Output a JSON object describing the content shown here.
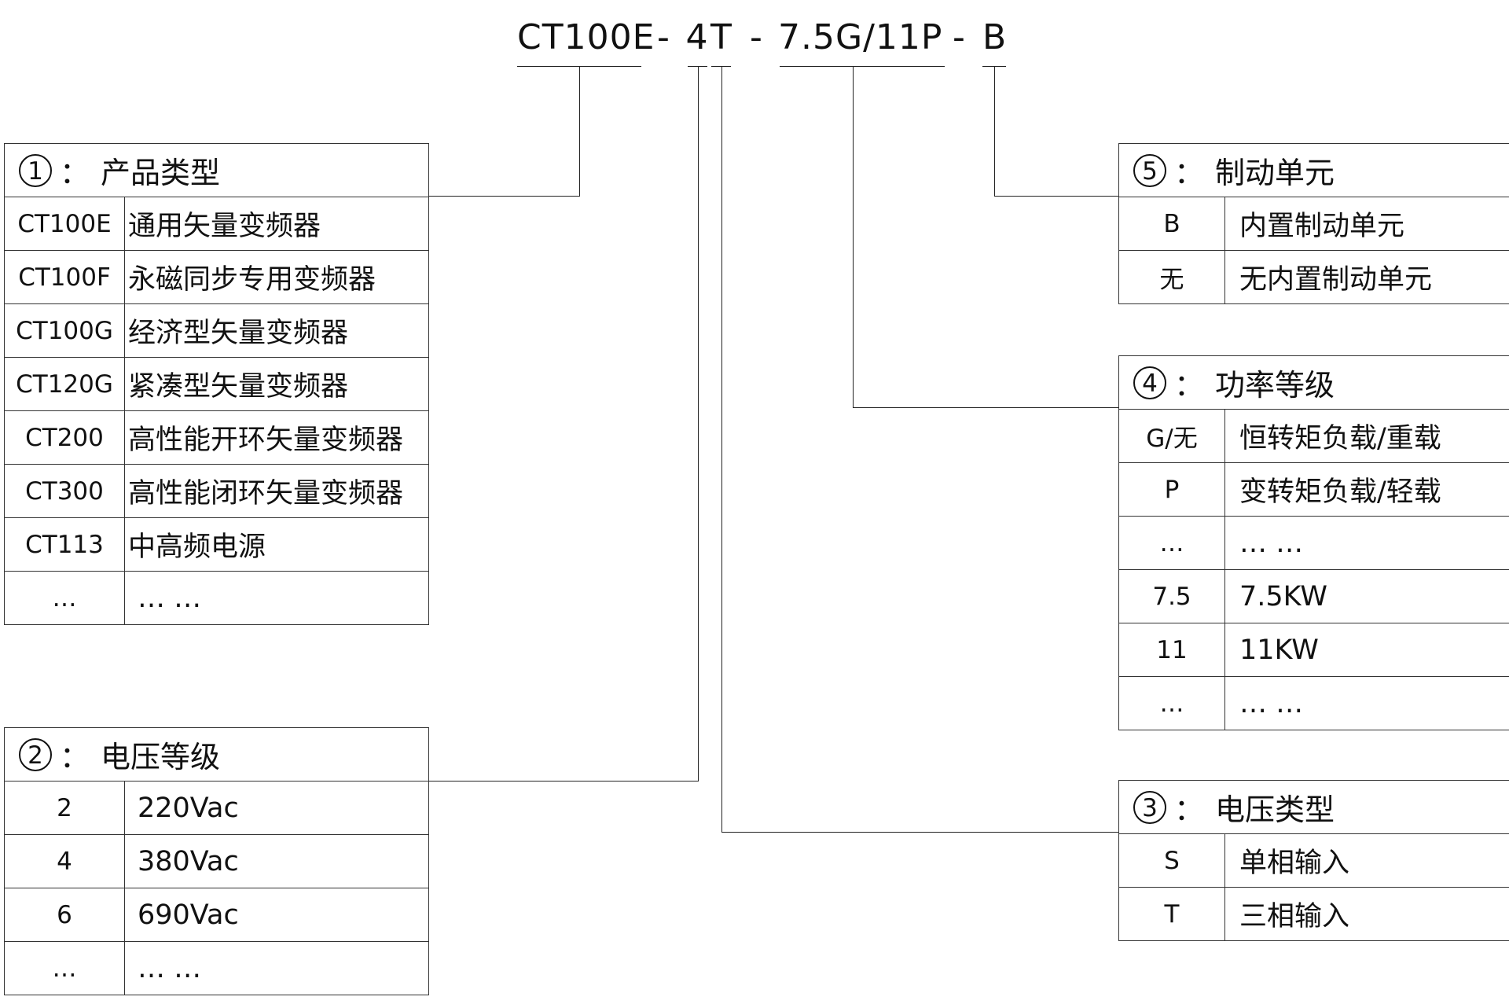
{
  "model_code": {
    "product": "CT100E",
    "voltage_level": "4",
    "voltage_type": "T",
    "power": "7.5G/11P",
    "brake": "B",
    "separator": "-"
  },
  "boxes": {
    "product_type": {
      "marker": "1",
      "colon": "：",
      "title": "产品类型",
      "rows": [
        {
          "code": "CT100E",
          "desc": "通用矢量变频器"
        },
        {
          "code": "CT100F",
          "desc": "永磁同步专用变频器"
        },
        {
          "code": "CT100G",
          "desc": "经济型矢量变频器"
        },
        {
          "code": "CT120G",
          "desc": "紧凑型矢量变频器"
        },
        {
          "code": "CT200",
          "desc": "高性能开环矢量变频器"
        },
        {
          "code": "CT300",
          "desc": "高性能闭环矢量变频器"
        },
        {
          "code": "CT113",
          "desc": "中高频电源"
        },
        {
          "code": "…",
          "desc": "… …"
        }
      ]
    },
    "voltage_level": {
      "marker": "2",
      "colon": "：",
      "title": "电压等级",
      "rows": [
        {
          "code": "2",
          "desc": "220Vac"
        },
        {
          "code": "4",
          "desc": "380Vac"
        },
        {
          "code": "6",
          "desc": "690Vac"
        },
        {
          "code": "…",
          "desc": "… …"
        }
      ]
    },
    "voltage_type": {
      "marker": "3",
      "colon": "：",
      "title": "电压类型",
      "rows": [
        {
          "code": "S",
          "desc": "单相输入"
        },
        {
          "code": "T",
          "desc": "三相输入"
        }
      ]
    },
    "power_level": {
      "marker": "4",
      "colon": "：",
      "title": "功率等级",
      "rows": [
        {
          "code": "G/无",
          "desc": "恒转矩负载/重载"
        },
        {
          "code": "P",
          "desc": "变转矩负载/轻载"
        },
        {
          "code": "…",
          "desc": "… …"
        },
        {
          "code": "7.5",
          "desc": "7.5KW"
        },
        {
          "code": "11",
          "desc": "11KW"
        },
        {
          "code": "…",
          "desc": "… …"
        }
      ]
    },
    "brake_unit": {
      "marker": "5",
      "colon": "：",
      "title": "制动单元",
      "rows": [
        {
          "code": "B",
          "desc": "内置制动单元"
        },
        {
          "code": "无",
          "desc": "无内置制动单元"
        }
      ]
    }
  }
}
